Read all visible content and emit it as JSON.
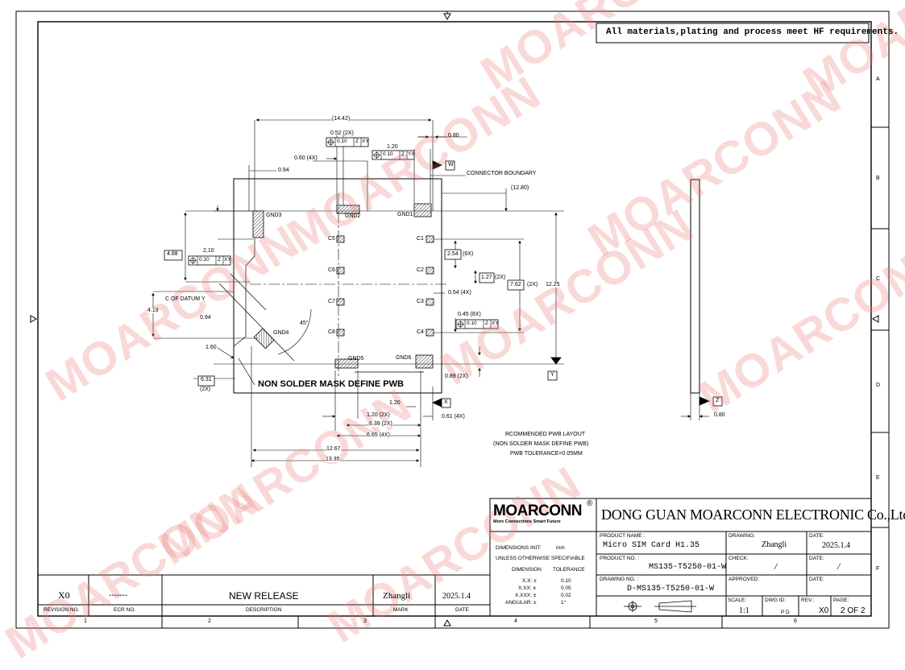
{
  "note_box": "All materials,plating and process meet HF requirements.",
  "drawing": {
    "dims": {
      "d1442": "(14.42)",
      "d052": "0.52 (2X)",
      "tol_010_zxy_a": "0.10",
      "d080_top": "0.80",
      "d120_top": "1.20",
      "tol_010_zyx": "0.10",
      "d060": "0.60 (4X)",
      "d094_top": "0.94",
      "conn_boundary": "CONNECTOR BOUNDARY",
      "d1280": "(12.80)",
      "d488": "4.88",
      "d210": "2,10",
      "tol_010_zxy_b": "0.10",
      "d254": "2.54",
      "d254_x": "(6X)",
      "d127": "1.27",
      "d127_x": "(2X)",
      "d762": "7.62",
      "d762_x": "(2X)",
      "d1225": "12.25",
      "d054": "0.54 (4X)",
      "cl_datum": "C  OF DATUM Y",
      "d419": "4.19",
      "d094_left": "0.94",
      "d045": "0.45 (8X)",
      "tol_010_zxy_c": "0.10",
      "angle": "45°",
      "d160": "1.60",
      "d631": "6.31",
      "d631_x": "(2X)",
      "d089": "0.89 (2X)",
      "d120_mid": "1.20",
      "d120_2x": "1.20 (2X)",
      "d061": "0.61 (4X)",
      "d639": "6.39 (2X)",
      "d665": "6.65 (4X)",
      "d1267": "12.67",
      "d1335": "13.35",
      "d080_side": "0.80"
    },
    "pads": {
      "gnd1": "GND1",
      "gnd2": "GND2",
      "gnd3": "GND3",
      "gnd4": "GND4",
      "gnd5": "GND5",
      "gnd6": "GND6",
      "c1": "C1",
      "c2": "C2",
      "c3": "C3",
      "c4": "C4",
      "c5": "C5",
      "c6": "C6",
      "c7": "C7",
      "c8": "C8"
    },
    "datums": {
      "w": "W",
      "x": "X",
      "y": "Y",
      "z": "Z"
    },
    "nsmd_label": "NON  SOLDER  MASK  DEFINE   PWB",
    "recommend": [
      "RCOMMENDED PWB LAYOUT",
      "(NON SOLDER MASK DEFINE PWB)",
      "PWB TOLERANCE=0.05MM"
    ],
    "watermark": "MOARCONN"
  },
  "border": {
    "cols": [
      "1",
      "2",
      "3",
      "4",
      "5",
      "6"
    ],
    "rows": [
      "A",
      "B",
      "C",
      "D",
      "E",
      "F"
    ]
  },
  "revision": {
    "rev": "X0",
    "ecr": "-------",
    "description": "NEW RELEASE",
    "mark": "Zhangli",
    "date": "2025.1.4",
    "h_rev": "REVISION NO.",
    "h_ecr": "ECR NO.",
    "h_desc": "DESCRIPTION",
    "h_mark": "MARK",
    "h_date": "DATE"
  },
  "title_block": {
    "logo": "MOARCONN",
    "logo_reg": "®",
    "logo_tagline": "More Connections Smart Future",
    "company": "DONG GUAN MOARCONN ELECTRONIC Co.,Ltd.",
    "dim_unit_label": "DIMENSIONS INIT:",
    "dim_unit": "mm",
    "unless": "UNLESS OTHERWISE SPECIFIABLE",
    "tol_h1": "DIMENSION",
    "tol_h2": "TOLERANCE",
    "tol_rows": [
      {
        "dim": "X.X: ±",
        "tol": "0.10"
      },
      {
        "dim": "X.XX: ±",
        "tol": "0.05"
      },
      {
        "dim": "X.XXX: ±",
        "tol": "0.02"
      },
      {
        "dim": "ANGULAR: ±",
        "tol": "1°"
      }
    ],
    "product_name_label": "PRODUCT NAME :",
    "product_name": "Micro SIM Card H1.35",
    "product_no_label": "PRODUCT NO. :",
    "product_no": "MS135-T5250-01-W",
    "drawing_no_label": "DRAWING NO. :",
    "drawing_no": "D-MS135-T5250-01-W",
    "drawing_label": "DRAWING:",
    "drawing_by": "Zhangli",
    "check_label": "CHECK:",
    "check_by": "/",
    "approved_label": "APPROVED:",
    "approved_by": "",
    "date_label": "DATE:",
    "date1": "2025.1.4",
    "date2": "/",
    "date3": "",
    "scale_label": "SCALE:",
    "scale": "1:1",
    "dwg_id_label": "DWG ID:",
    "dwg_id": "P D",
    "rev_label": "REV.:",
    "rev": "X0",
    "page_label": "PAGE:",
    "page": "2 OF 2"
  }
}
